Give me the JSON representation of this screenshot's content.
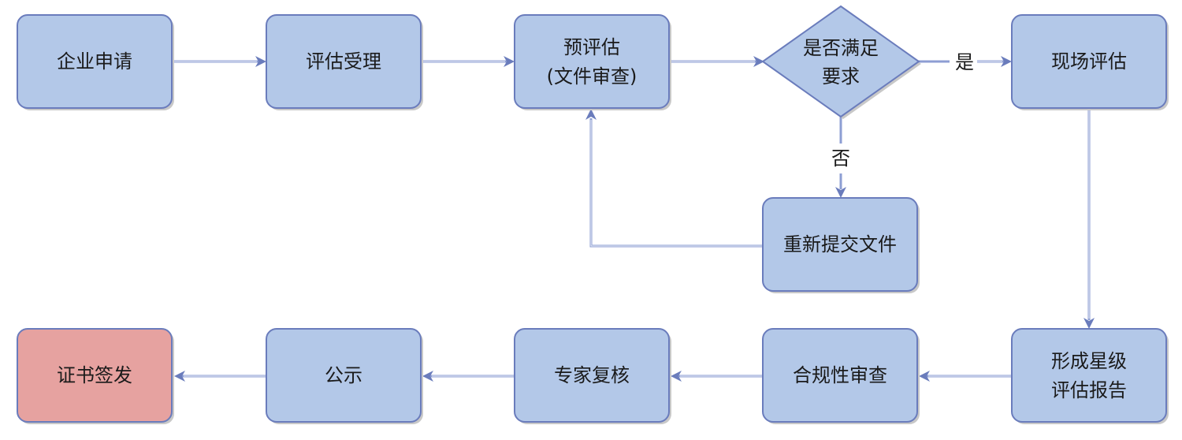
{
  "nodes": {
    "apply": "企业申请",
    "accept": "评估受理",
    "pre_eval_line1": "预评估",
    "pre_eval_line2": "(文件审查)",
    "decision_line1": "是否满足",
    "decision_line2": "要求",
    "onsite": "现场评估",
    "resubmit": "重新提交文件",
    "report_line1": "形成星级",
    "report_line2": "评估报告",
    "compliance": "合规性审查",
    "expert": "专家复核",
    "publicity": "公示",
    "certificate": "证书签发"
  },
  "edges": {
    "yes": "是",
    "no": "否"
  },
  "colors": {
    "node_fill": "#b3c8e8",
    "node_border": "#6a7cbc",
    "final_fill": "#e6a2a0",
    "edge": "#8d9ed3"
  }
}
